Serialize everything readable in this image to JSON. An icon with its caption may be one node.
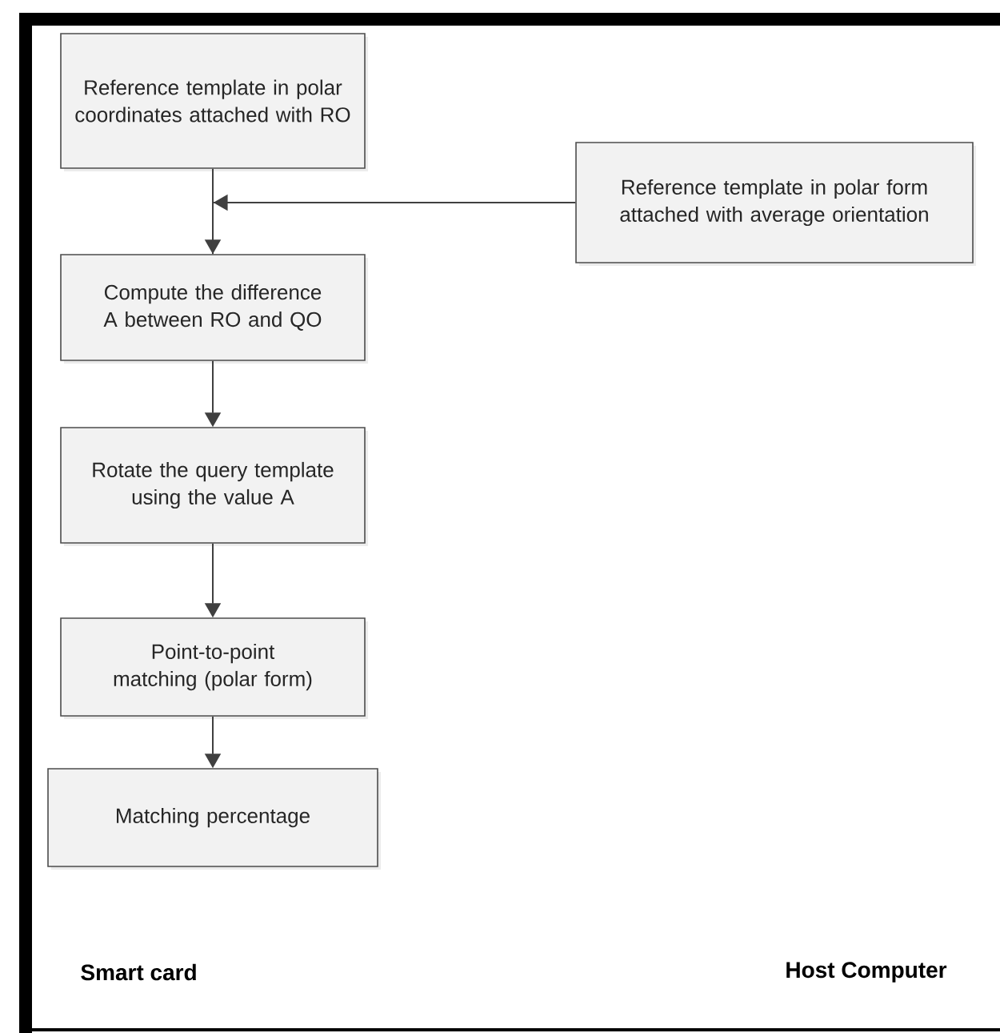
{
  "diagram": {
    "nodes": [
      {
        "text": [
          "Reference template in polar coordinates attached with RO"
        ]
      },
      {
        "text": [
          "Reference template in polar form attached with average orientation"
        ]
      },
      {
        "text": [
          "Compute the difference A between RO and QO"
        ]
      },
      {
        "text": [
          "Rotate the query template using the value A"
        ]
      },
      {
        "text": [
          "Point-to-point matching (polar form)"
        ]
      },
      {
        "text": [
          "Matching percentage"
        ]
      }
    ],
    "edges": [
      {
        "from": 0,
        "to": 2,
        "arrow": "to"
      },
      {
        "from": 1,
        "to": 2,
        "arrow": "to"
      },
      {
        "from": 2,
        "to": 3,
        "arrow": "to"
      },
      {
        "from": 3,
        "to": 4,
        "arrow": "to"
      },
      {
        "from": 4,
        "to": 5,
        "arrow": "to"
      }
    ],
    "labels": [
      "Smart card",
      "Host Computer"
    ]
  }
}
